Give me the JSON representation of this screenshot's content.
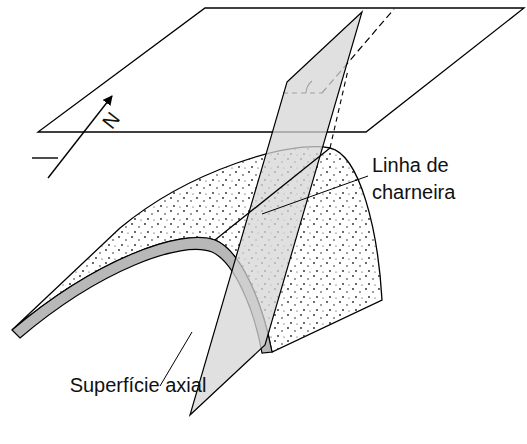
{
  "diagram": {
    "labels": [
      "N",
      "Linha de charneira",
      "Superfície axial"
    ]
  }
}
